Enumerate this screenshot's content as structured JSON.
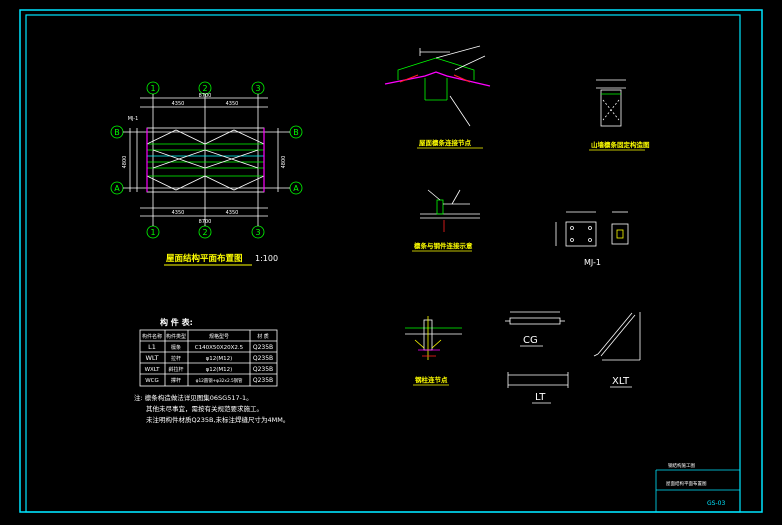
{
  "colors": {
    "background": "#000000",
    "frame": "#00e5ff",
    "line": "#ffffff",
    "green": "#00ff00",
    "yellow": "#ffff00",
    "magenta": "#ff00ff",
    "cyan": "#00ffff",
    "red": "#ff2020"
  },
  "plan": {
    "title": "屋面结构平面布置图",
    "scale": "1:100",
    "axes_top": [
      "1",
      "2",
      "3"
    ],
    "axes_side": [
      "B",
      "A"
    ],
    "dim_top": [
      "4350",
      "4350"
    ],
    "dim_top_total": "8700",
    "dim_side": "4800",
    "tag": "MJ-1"
  },
  "details": {
    "ridge": "屋面檩条连接节点",
    "gable": "山墙檩条固定构造图",
    "purlin_support": "檩条与钢件连接示意",
    "mj1": "MJ-1",
    "column": "钢柱连节点",
    "cg": "CG",
    "lt": "LT",
    "xlt": "XLT"
  },
  "table": {
    "title": "构 件 表:",
    "headers": [
      "构件名称",
      "构件类型",
      "规格型号",
      "材 质"
    ],
    "rows": [
      [
        "L1",
        "檩条",
        "C140X50X20X2.5",
        "Q235B"
      ],
      [
        "WLT",
        "拉杆",
        "φ12(M12)",
        "Q235B"
      ],
      [
        "WXLT",
        "斜拉杆",
        "φ12(M12)",
        "Q235B"
      ],
      [
        "WCG",
        "撑杆",
        "φ12圆钢+φ32x2.5钢管",
        "Q235B"
      ]
    ]
  },
  "notes": [
    "注: 檩条构造做法详见图集06SG517-1。",
    "其他未尽事宜，需按有关规范要求施工。",
    "未注明构件材质Q235B,未标注焊缝尺寸为4MM。"
  ],
  "titleblock": {
    "line1": "钢结构施工图",
    "line2": "屋面结构平面布置图",
    "drawing_no": "GS-03"
  }
}
